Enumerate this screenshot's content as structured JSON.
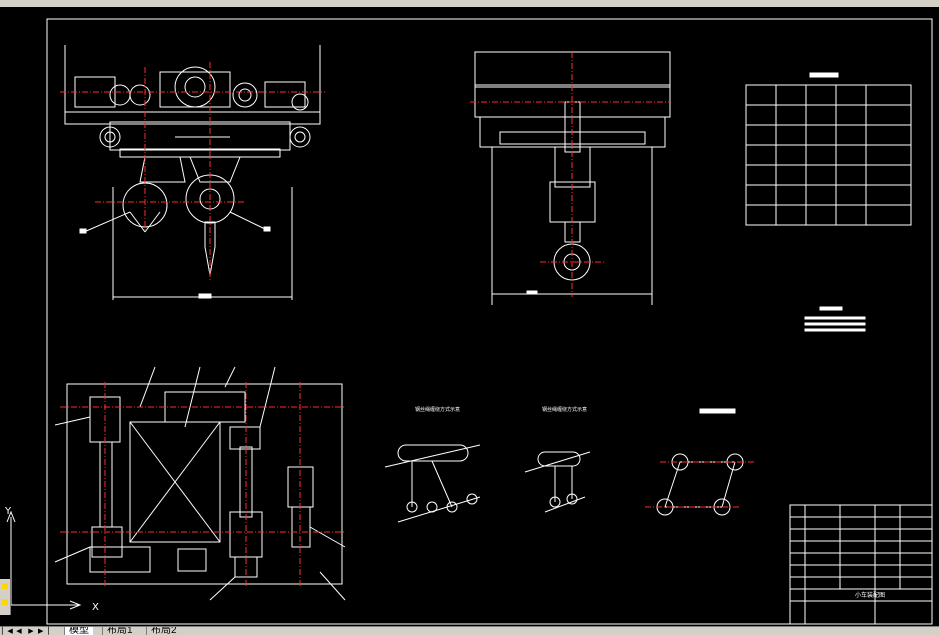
{
  "colors": {
    "background": "#000000",
    "lines": "#ffffff",
    "centerlines": "#ff2a2a",
    "ui_chrome": "#d4d0c8"
  },
  "tabs": [
    {
      "label": "模型",
      "active": true
    },
    {
      "label": "布局1",
      "active": false
    },
    {
      "label": "布局2",
      "active": false
    }
  ],
  "nav_icons": [
    "first-tab-icon",
    "prev-tab-icon",
    "next-tab-icon",
    "last-tab-icon"
  ],
  "drawing": {
    "title_block_name": "小车装配图",
    "rope_label_1": "钢丝绳缠绕方式示意",
    "rope_label_2": "钢丝绳缠绕方式示意",
    "ucs_x": "X",
    "ucs_y": "Y"
  }
}
